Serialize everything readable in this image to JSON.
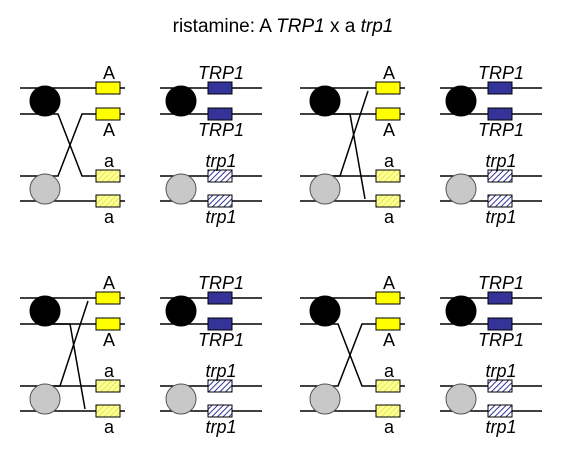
{
  "title": {
    "prefix": "ristamine: A ",
    "gene_upper": "TRP1",
    "middle": " x a ",
    "gene_lower": "trp1"
  },
  "labels": {
    "allele_dominant": "A",
    "allele_recessive": "a",
    "gene_dominant": "TRP1",
    "gene_recessive": "trp1"
  },
  "colors": {
    "centromere_dark": "#000000",
    "centromere_light": "#c8c8c8",
    "allele_A_fill": "#ffff00",
    "allele_a_fill": "#ffff99",
    "trp_dominant_fill": "#333399",
    "trp_recessive_fill": "#9999cc",
    "line": "#000000"
  },
  "panels": [
    {
      "name": "panel-top-left",
      "cross": "upper"
    },
    {
      "name": "panel-top-right",
      "cross": "lower"
    },
    {
      "name": "panel-bottom-left",
      "cross": "lower"
    },
    {
      "name": "panel-bottom-right",
      "cross": "upper"
    }
  ]
}
